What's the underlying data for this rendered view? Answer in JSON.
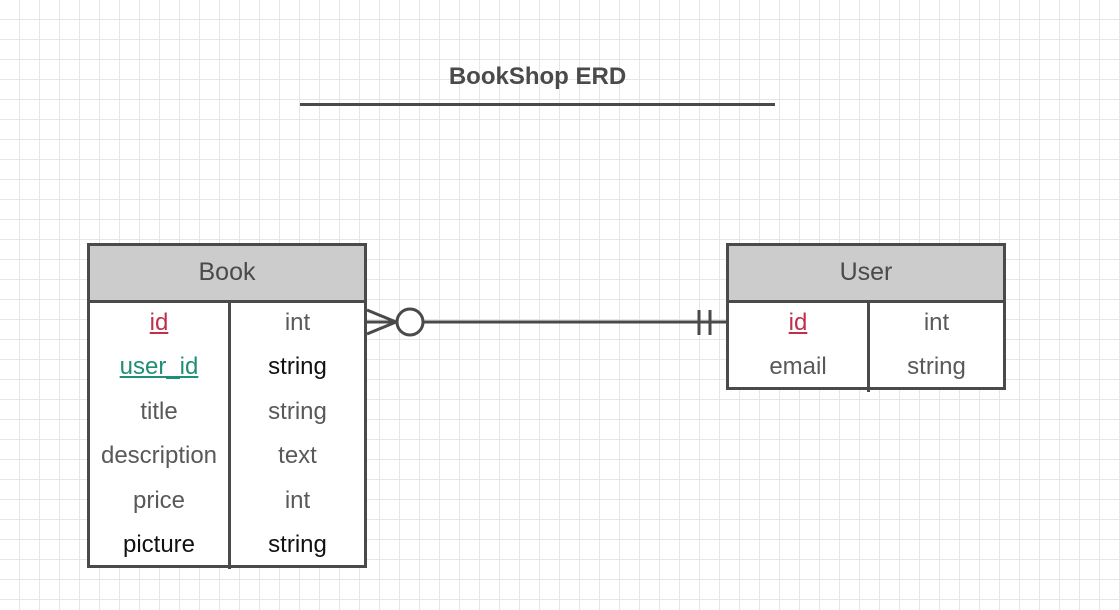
{
  "diagram": {
    "title": "BookShop ERD"
  },
  "entities": {
    "book": {
      "name": "Book",
      "fields": [
        {
          "name": "id",
          "type": "int",
          "key": "pk"
        },
        {
          "name": "user_id",
          "type": "string",
          "key": "fk"
        },
        {
          "name": "title",
          "type": "string",
          "key": ""
        },
        {
          "name": "description",
          "type": "text",
          "key": ""
        },
        {
          "name": "price",
          "type": "int",
          "key": ""
        },
        {
          "name": "picture",
          "type": "string",
          "key": ""
        }
      ]
    },
    "user": {
      "name": "User",
      "fields": [
        {
          "name": "id",
          "type": "int",
          "key": "pk"
        },
        {
          "name": "email",
          "type": "string",
          "key": ""
        }
      ]
    }
  },
  "relationship": {
    "from": "Book",
    "to": "User",
    "from_cardinality": "zero-or-many",
    "to_cardinality": "one-and-only-one"
  },
  "colors": {
    "line": "#4a4a4a",
    "header_fill": "#cccccc",
    "primary_key": "#c0304a",
    "foreign_key": "#1f8f76"
  }
}
